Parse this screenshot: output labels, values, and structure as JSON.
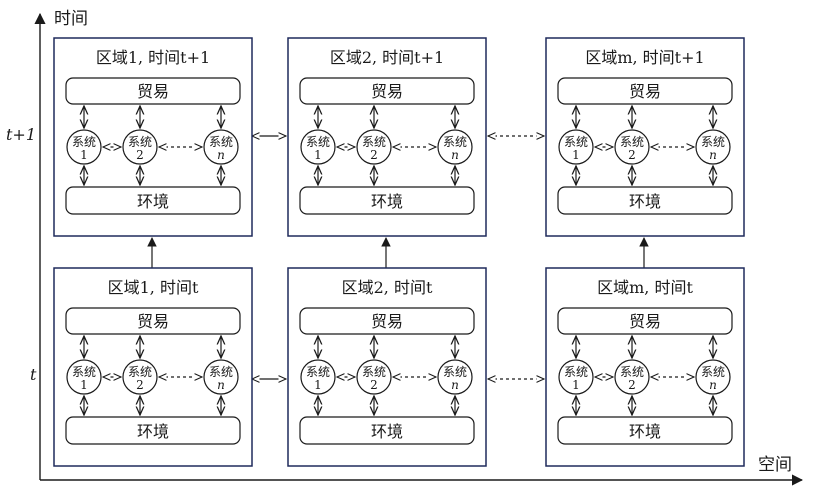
{
  "axes": {
    "time_label": "时间",
    "space_label": "空间",
    "row_labels": {
      "upper": "t+1",
      "lower": "t"
    }
  },
  "regions": [
    {
      "id": "r1-t1",
      "title": "区域1, 时间t+1"
    },
    {
      "id": "r2-t1",
      "title": "区域2, 时间t+1"
    },
    {
      "id": "rm-t1",
      "title": "区域m, 时间t+1"
    },
    {
      "id": "r1-t",
      "title": "区域1, 时间t"
    },
    {
      "id": "r2-t",
      "title": "区域2, 时间t"
    },
    {
      "id": "rm-t",
      "title": "区域m, 时间t"
    }
  ],
  "inner": {
    "trade_label": "贸易",
    "environment_label": "环境",
    "systems": [
      {
        "label": "系统",
        "index": "1"
      },
      {
        "label": "系统",
        "index": "2"
      },
      {
        "label": "系统",
        "index": "n"
      }
    ]
  },
  "colors": {
    "line": "#1a1a1a",
    "box_border": "#1f2a5c",
    "background": "#ffffff"
  }
}
